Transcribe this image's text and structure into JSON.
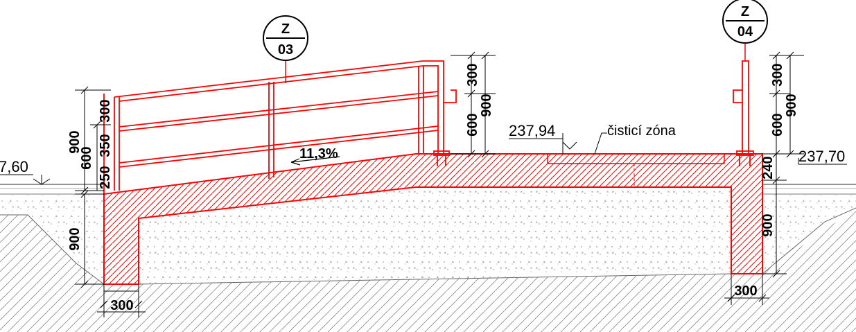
{
  "callouts": [
    {
      "top": "Z",
      "bottom": "03"
    },
    {
      "top": "Z",
      "bottom": "04"
    }
  ],
  "levels": {
    "left": "7,60",
    "ramp_top": "237,94",
    "right": "237,70"
  },
  "slope": "11,3%",
  "zone_label": "čisticí zóna",
  "dims_left": {
    "overall": "900",
    "d600": "600",
    "d300": "300",
    "d350": "350",
    "d250": "250",
    "base900": "900",
    "width300": "300"
  },
  "dims_mid": {
    "d300": "300",
    "d900": "900",
    "d600": "600"
  },
  "dims_right": {
    "d300": "300",
    "d900": "900",
    "d600": "600",
    "d240": "240",
    "base900": "900",
    "width300": "300"
  },
  "colors": {
    "structure": "#ff0000",
    "lines": "#000000",
    "hatch": "#808080"
  }
}
